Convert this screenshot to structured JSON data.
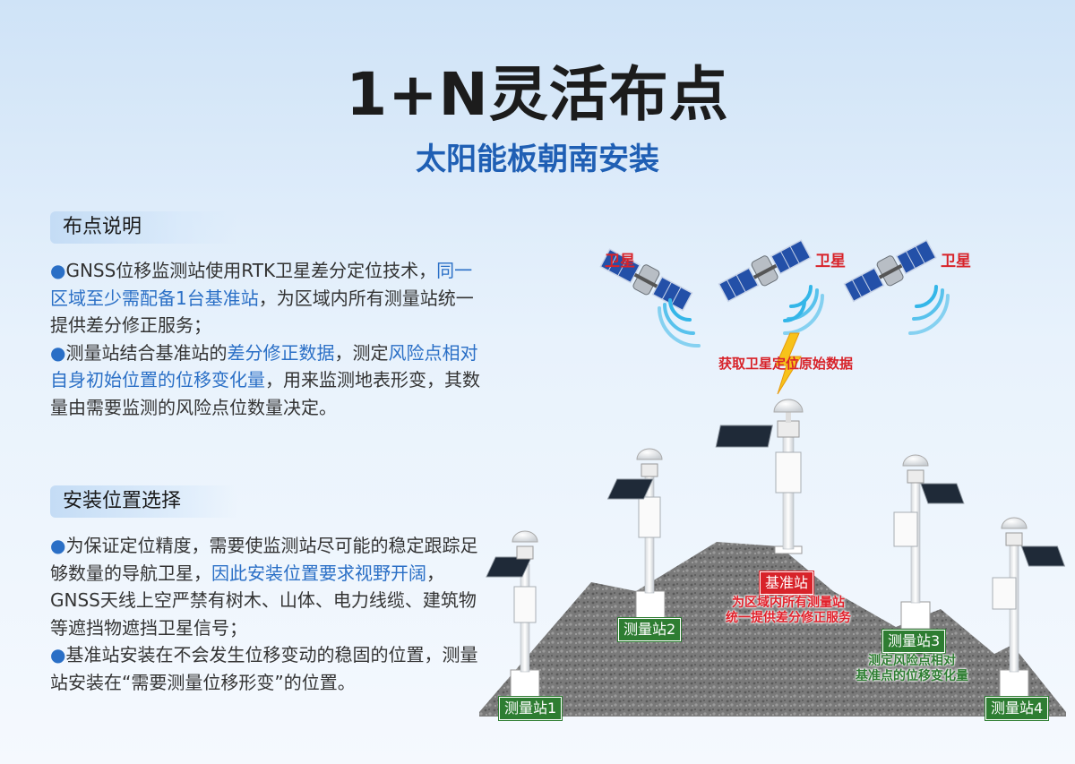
{
  "header": {
    "title": "1+N灵活布点",
    "subtitle": "太阳能板朝南安装"
  },
  "section1": {
    "heading": "布点说明",
    "bullet1": {
      "a": "GNSS位移监测站使用RTK卫星差分定位技术，",
      "b": "同一区域至少需配备1台基准站",
      "c": "，为区域内所有测量站统一提供差分修正服务；"
    },
    "bullet2": {
      "a": "测量站结合基准站的",
      "b": "差分修正数据",
      "c": "，测定",
      "d": "风险点相对自身初始位置的位移变化量",
      "e": "，用来监测地表形变，其数量由需要监测的风险点位数量决定。"
    }
  },
  "section2": {
    "heading": "安装位置选择",
    "bullet1": {
      "a": "为保证定位精度，需要使监测站尽可能的稳定跟踪足够数量的导航卫星，",
      "b": "因此安装位置要求视野开阔",
      "c": "，GNSS天线上空严禁有树木、山体、电力线缆、建筑物等遮挡物遮挡卫星信号；"
    },
    "bullet2": {
      "a": "基准站安装在不会发生位移变动的稳固的位置，",
      "b": "测量站安装在“需要测量位移形变”的位置。"
    }
  },
  "bullet_symbol": "●",
  "diagram": {
    "satellite_labels": [
      "卫星",
      "卫星",
      "卫星"
    ],
    "signal_label": "获取卫星定位原始数据",
    "base_station": {
      "label": "基准站",
      "note_line1": "为区域内所有测量站",
      "note_line2": "统一提供差分修正服务"
    },
    "stations": [
      "测量站1",
      "测量站2",
      "测量站3",
      "测量站4"
    ],
    "station3_note_line1": "测定风险点相对",
    "station3_note_line2": "基准点的位移变化量"
  },
  "colors": {
    "accent_blue": "#2a6fc6",
    "title_blue": "#1f5fb4",
    "red": "#d8232a",
    "green": "#2e7d32"
  }
}
